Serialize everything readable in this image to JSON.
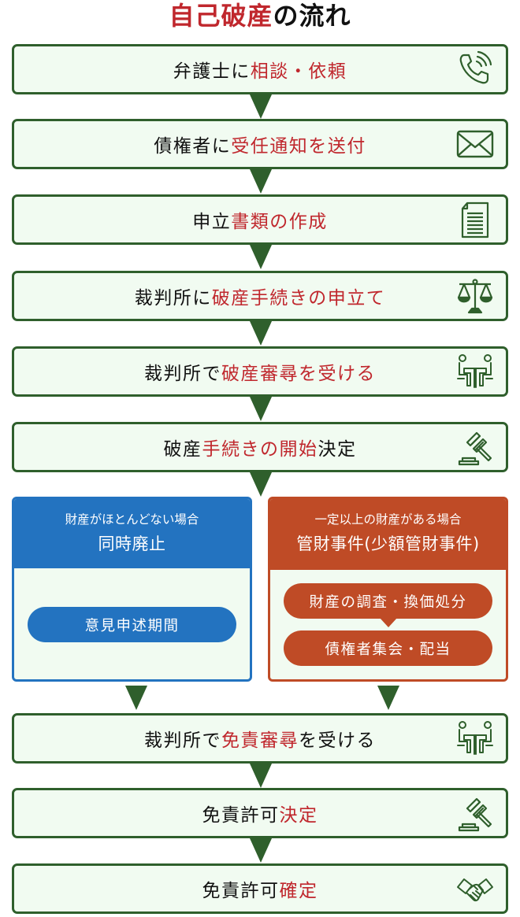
{
  "title": {
    "red": "自己破産",
    "black": "の流れ"
  },
  "colors": {
    "step_border": "#2f5f2c",
    "step_bg": "#f1fbf1",
    "highlight": "#c0272d",
    "branch_blue": "#2373c0",
    "branch_orange": "#bf4b26"
  },
  "steps": [
    {
      "parts": [
        {
          "text": "弁護士に",
          "style": "black"
        },
        {
          "text": "相談・依頼",
          "style": "red"
        }
      ],
      "icon": "phone-icon"
    },
    {
      "parts": [
        {
          "text": "債権者に",
          "style": "black"
        },
        {
          "text": "受任通知を送付",
          "style": "red"
        }
      ],
      "icon": "envelope-icon"
    },
    {
      "parts": [
        {
          "text": "申立",
          "style": "black"
        },
        {
          "text": "書類の作成",
          "style": "red"
        }
      ],
      "icon": "document-icon"
    },
    {
      "parts": [
        {
          "text": "裁判所に",
          "style": "black"
        },
        {
          "text": "破産手続きの申立て",
          "style": "red"
        }
      ],
      "icon": "scales-icon"
    },
    {
      "parts": [
        {
          "text": "裁判所で",
          "style": "black"
        },
        {
          "text": "破産審尋を受ける",
          "style": "red"
        }
      ],
      "icon": "meeting-icon"
    },
    {
      "parts": [
        {
          "text": "破産",
          "style": "black"
        },
        {
          "text": "手続きの開始",
          "style": "red"
        },
        {
          "text": "決定",
          "style": "black"
        }
      ],
      "icon": "gavel-icon"
    },
    {
      "parts": [
        {
          "text": "裁判所で",
          "style": "black"
        },
        {
          "text": "免責審尋",
          "style": "red"
        },
        {
          "text": "を受ける",
          "style": "black"
        }
      ],
      "icon": "meeting-icon"
    },
    {
      "parts": [
        {
          "text": "免責許可",
          "style": "black"
        },
        {
          "text": "決定",
          "style": "red"
        }
      ],
      "icon": "gavel-icon"
    },
    {
      "parts": [
        {
          "text": "免責許可",
          "style": "black"
        },
        {
          "text": "確定",
          "style": "red"
        }
      ],
      "icon": "handshake-icon"
    }
  ],
  "branches": {
    "left": {
      "condition": "財産がほとんどない場合",
      "type": "同時廃止",
      "items": [
        "意見申述期間"
      ]
    },
    "right": {
      "condition": "一定以上の財産がある場合",
      "type": "管財事件(少額管財事件)",
      "items": [
        "財産の調査・換価処分",
        "債権者集会・配当"
      ]
    }
  }
}
